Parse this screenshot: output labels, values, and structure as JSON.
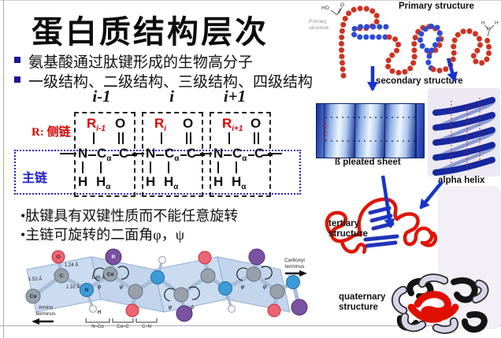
{
  "colors": {
    "arrow_blue": "#1535cc",
    "bead_red": "#cc3322",
    "bead_blue": "#2b4bd7",
    "side_chain_red": "#dd0000",
    "main_chain_blue": "#2323cc",
    "sheet_blue": "#1c3798",
    "helix_blue": "#18289e",
    "structure_red": "#e01405"
  },
  "slide": {
    "title": "蛋白质结构层次",
    "bullets": [
      {
        "label": "氨基酸通过肽键形成的生物高分子"
      },
      {
        "label": "一级结构、二级结构、三级结构、四级结构"
      }
    ],
    "notes": [
      {
        "label": "•肽键具有双键性质而不能任意旋转"
      },
      {
        "label": "•主链可旋转的二面角φ，ψ"
      }
    ]
  },
  "residue_diagram": {
    "side_chain_label": "R: 侧链",
    "main_chain_label": "主链",
    "index_labels": [
      "i-1",
      "i",
      "i+1"
    ],
    "residues": [
      {
        "r_sub": "i-1"
      },
      {
        "r_sub": "i"
      },
      {
        "r_sub": "i+1"
      }
    ],
    "atoms": {
      "r": "R",
      "o": "O",
      "n": "N",
      "c": "C",
      "alpha": "α",
      "h": "H"
    }
  },
  "backbone_figure": {
    "amino_terminus": [
      "Amino",
      "terminus"
    ],
    "carboxyl_terminus": [
      "Carboxyl",
      "terminus"
    ],
    "bond_lengths": {
      "c_o": "1.24 Å",
      "ca_c": "1.53 Å",
      "c_n": "1.32 Å",
      "n_ca": "1.46 Å"
    },
    "bracket_labels": [
      "N–Cα",
      "Cα–C",
      "C–N"
    ],
    "phi": "φ",
    "psi": "ψ",
    "atom_labels": {
      "ca": "Cα",
      "c": "C",
      "n": "N",
      "o": "O",
      "r": "R",
      "h": "H"
    }
  },
  "hierarchy_panel": {
    "primary_title": "Primary structure",
    "primary_caption": [
      "Primary",
      "structure"
    ],
    "secondary_title": "secondary structure",
    "beta_sheet_label": "ß pleated sheet",
    "alpha_helix_label": "alpha helix",
    "tertiary_label": [
      "tertiary",
      "structure"
    ],
    "quaternary_label": [
      "quaternary",
      "structure"
    ],
    "carboxyl_group": {
      "ho": "HO",
      "o": "O"
    },
    "amino_group": {
      "h1": "H",
      "n": "N",
      "h2": "H"
    }
  }
}
